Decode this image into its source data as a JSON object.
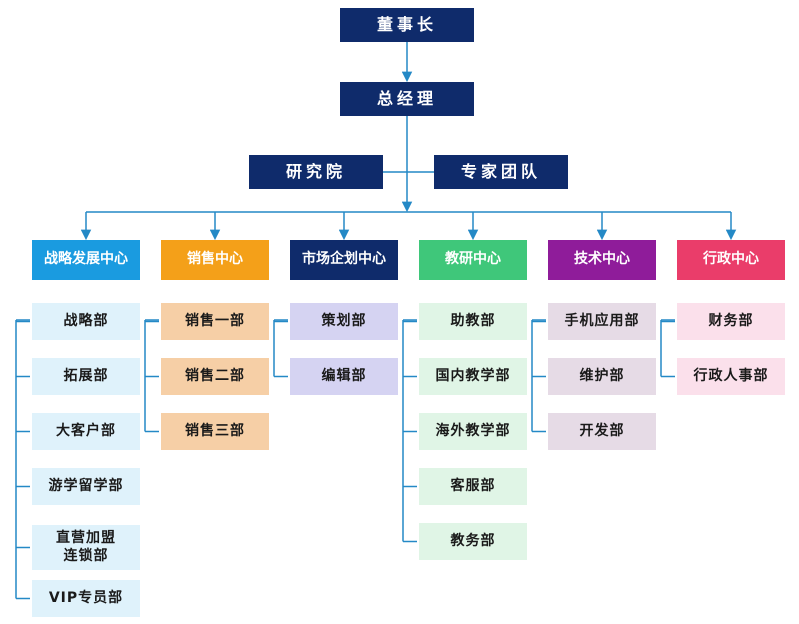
{
  "top": {
    "chairman": "董事长",
    "gm": "总经理",
    "research": "研究院",
    "experts": "专家团队"
  },
  "centers": [
    {
      "label": "战略发展中心",
      "color": "#1a9be0",
      "sub_color": "#dff2fb",
      "departments": [
        "战略部",
        "拓展部",
        "大客户部",
        "游学留学部",
        "直营加盟\n连锁部",
        "VIP专员部"
      ]
    },
    {
      "label": "销售中心",
      "color": "#f4a019",
      "sub_color": "#f6cfa6",
      "departments": [
        "销售一部",
        "销售二部",
        "销售三部"
      ]
    },
    {
      "label": "市场企划中心",
      "color": "#0f2b6b",
      "sub_color": "#d5d3f2",
      "departments": [
        "策划部",
        "编辑部"
      ]
    },
    {
      "label": "教研中心",
      "color": "#3fc77a",
      "sub_color": "#e0f5e6",
      "departments": [
        "助教部",
        "国内教学部",
        "海外教学部",
        "客服部",
        "教务部"
      ]
    },
    {
      "label": "技术中心",
      "color": "#8f1c9a",
      "sub_color": "#e6dbe6",
      "departments": [
        "手机应用部",
        "维护部",
        "开发部"
      ]
    },
    {
      "label": "行政中心",
      "color": "#ea3d6a",
      "sub_color": "#fbe0eb",
      "departments": [
        "财务部",
        "行政人事部"
      ]
    }
  ],
  "colors": {
    "connector": "#2489c6",
    "exec_bg": "#0f2b6b"
  }
}
